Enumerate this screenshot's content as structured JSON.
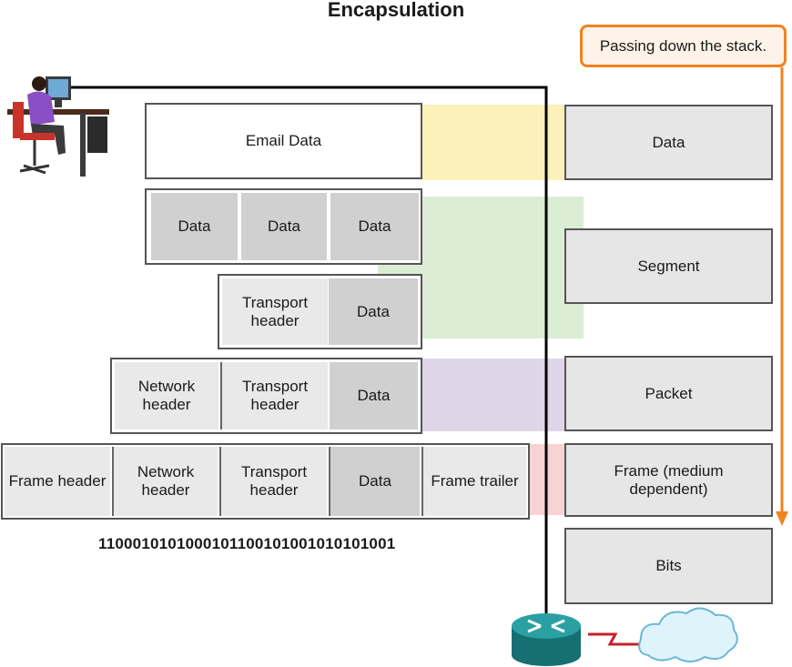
{
  "title": "Encapsulation",
  "callout": "Passing down the stack.",
  "rows": {
    "email_data": "Email Data",
    "split": [
      "Data",
      "Data",
      "Data"
    ],
    "segment": {
      "transport_header": "Transport header",
      "data": "Data"
    },
    "packet": {
      "network_header": "Network header",
      "transport_header": "Transport header",
      "data": "Data"
    },
    "frame": {
      "frame_header": "Frame header",
      "network_header": "Network header",
      "transport_header": "Transport header",
      "data": "Data",
      "frame_trailer": "Frame trailer"
    }
  },
  "bit_stream": "110001010100010110010100101010100​1",
  "layers": [
    "Data",
    "Segment",
    "Packet",
    "Frame (medium dependent)",
    "Bits"
  ],
  "colors": {
    "data_band": "#fbf1b9",
    "segment_band": "#dcedd6",
    "packet_band": "#e0d5e8",
    "frame_band": "#f8d3d3",
    "callout_border": "#f0831e",
    "router": "#1f8a8a",
    "cloud": "#dff3fb"
  },
  "icons": [
    "user-at-computer-icon",
    "router-icon",
    "serial-link-icon",
    "cloud-icon"
  ]
}
